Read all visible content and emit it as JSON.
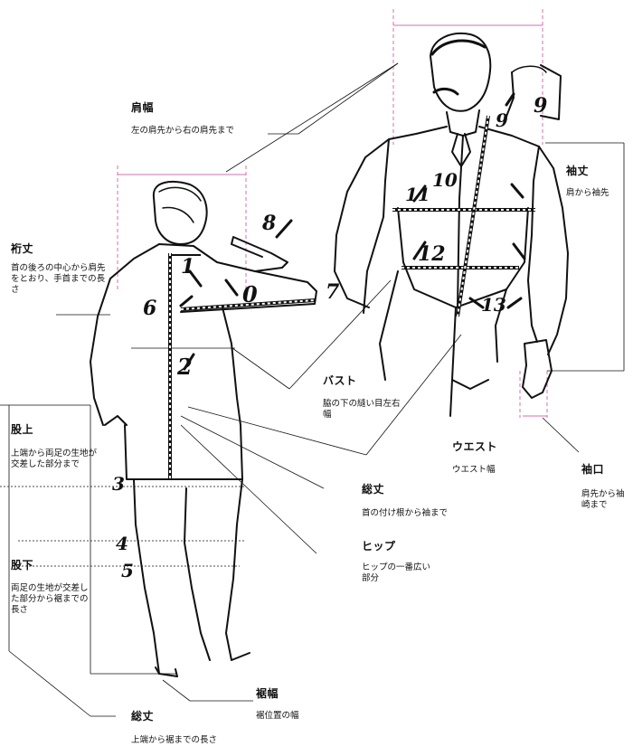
{
  "labels": {
    "katahaba": {
      "title": "肩幅",
      "desc": "左の肩先から右の肩先まで"
    },
    "yukitake": {
      "title": "裄丈",
      "desc": "首の後ろの中心から肩先をとおり、手首までの長さ"
    },
    "sodetake": {
      "title": "袖丈",
      "desc": "肩から袖先"
    },
    "bust": {
      "title": "バスト",
      "desc": "脇の下の縫い目左右幅"
    },
    "waist": {
      "title": "ウエスト",
      "desc": "ウエスト幅"
    },
    "sodeguchi": {
      "title": "袖口",
      "desc": "肩先から袖崎まで"
    },
    "matagami": {
      "title": "股上",
      "desc": "上端から両足の生地が交差した部分まで"
    },
    "soutake_top": {
      "title": "総丈",
      "desc": "首の付け根から袖まで"
    },
    "hip": {
      "title": "ヒップ",
      "desc": "ヒップの一番広い部分"
    },
    "matashita": {
      "title": "股下",
      "desc": "両足の生地が交差した部分から裾までの長さ"
    },
    "susohaba": {
      "title": "裾幅",
      "desc": "裾位置の幅"
    },
    "soutake_bottom": {
      "title": "総丈",
      "desc": "上端から裾までの長さ"
    }
  },
  "markers": [
    "1",
    "2",
    "3",
    "4",
    "5",
    "6",
    "0",
    "7",
    "8",
    "9",
    "9",
    "10",
    "11",
    "12",
    "13"
  ],
  "colors": {
    "guide": "#d070b0",
    "line": "#111111"
  }
}
